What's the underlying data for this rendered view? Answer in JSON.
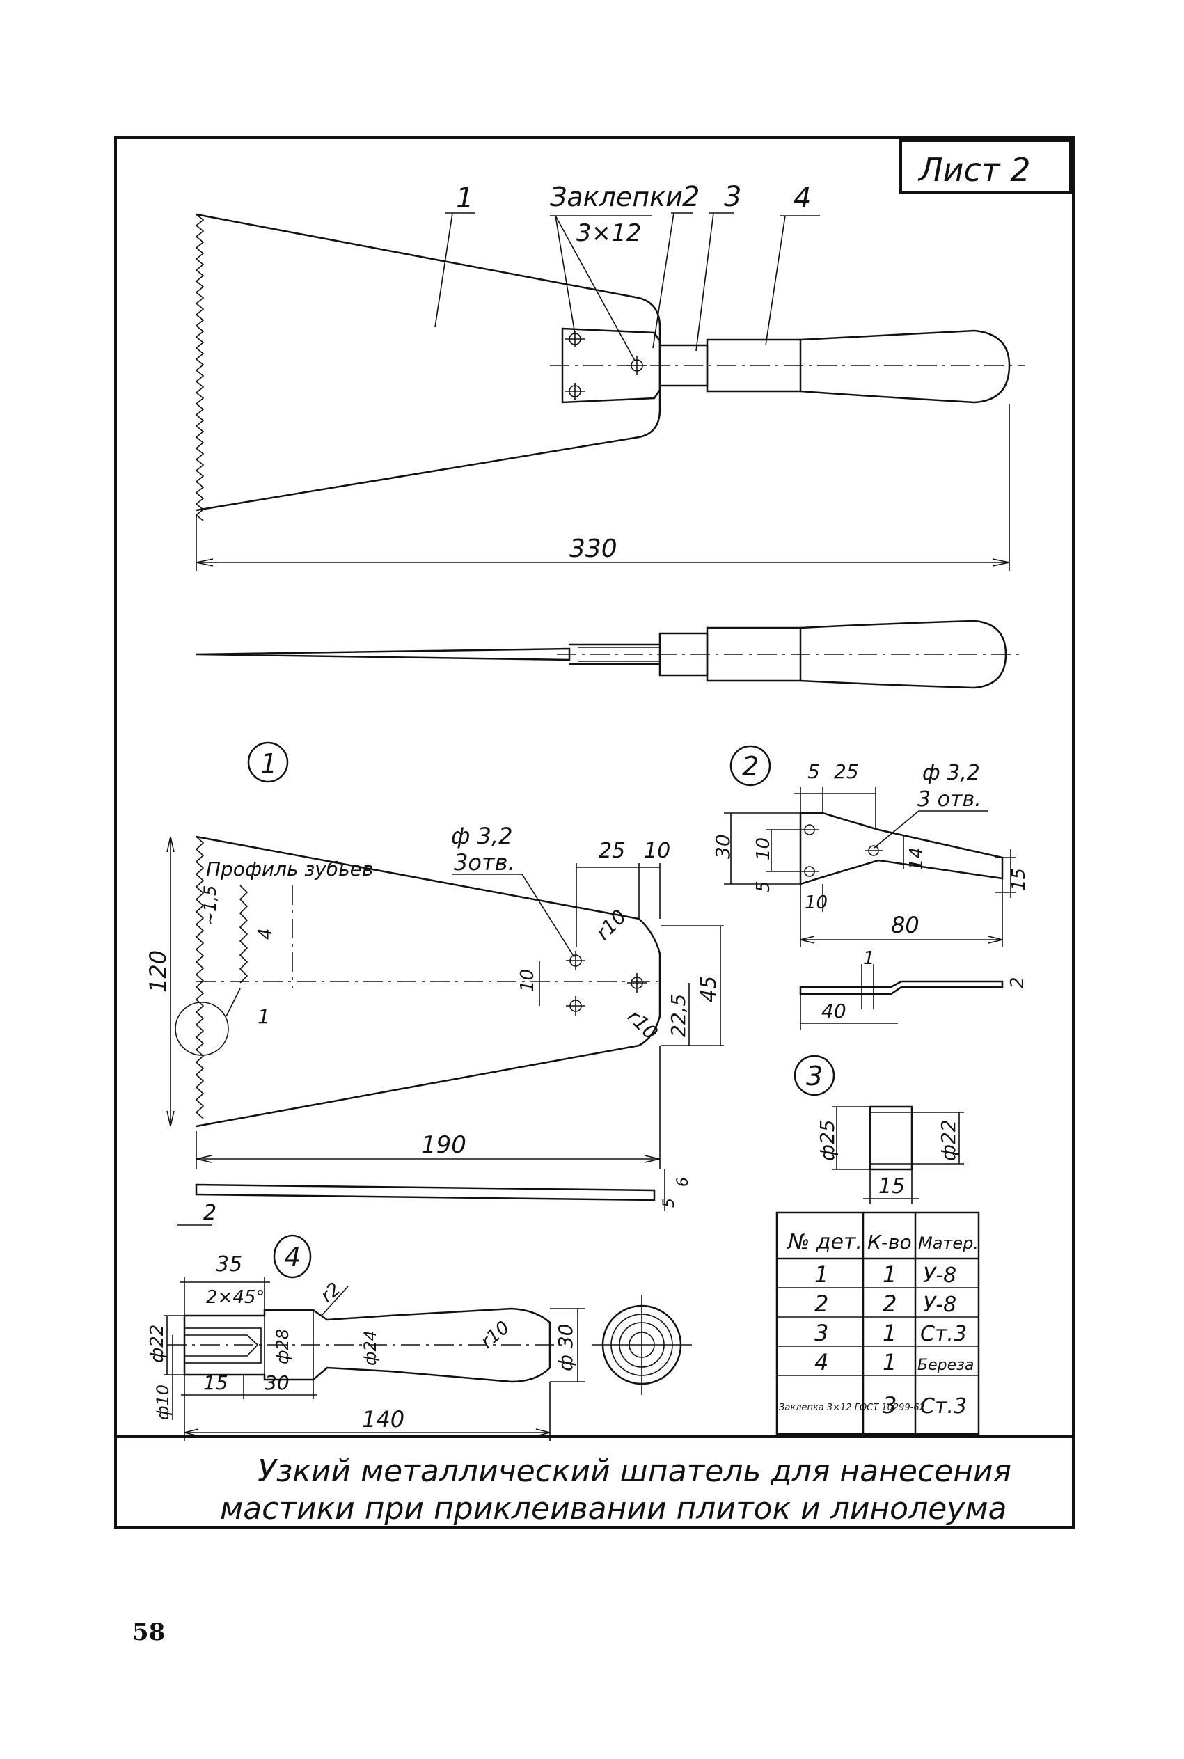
{
  "sheet_label": "Лист 2",
  "page_number": "58",
  "title_line1": "Узкий металлический шпатель для нанесения",
  "title_line2": "мастики при приклеивании плиток и линолеума",
  "main_view": {
    "callouts": [
      "1",
      "2",
      "3",
      "4"
    ],
    "rivets_label": "Заклепки",
    "rivets_size": "3×12",
    "overall_length": "330"
  },
  "detail1": {
    "number": "1",
    "hole_label": "ф 3,2",
    "hole_count": "3отв.",
    "teeth_label": "Профиль зубьев",
    "dims": {
      "height": "120",
      "length": "190",
      "d25": "25",
      "d10": "10",
      "r10a": "r10",
      "r10b": "r10",
      "d45": "45",
      "d22_5": "22,5",
      "t1_5": "~1,5",
      "t4": "4",
      "t1": "1",
      "d10v": "10",
      "thk2": "2",
      "s5": "5",
      "s6": "6"
    }
  },
  "detail2": {
    "number": "2",
    "hole_label": "ф 3,2",
    "hole_count": "3 отв.",
    "dims": {
      "d5": "5",
      "d25": "25",
      "d30": "30",
      "d10": "10",
      "d5v": "5",
      "d14": "14",
      "d15": "15",
      "d10b": "10",
      "d80": "80",
      "d1": "1",
      "d40": "40",
      "d2": "2"
    }
  },
  "detail3": {
    "number": "3",
    "dims": {
      "od": "ф25",
      "id": "ф22",
      "len": "15"
    }
  },
  "detail4": {
    "number": "4",
    "dims": {
      "d35": "35",
      "chamfer": "2×45°",
      "r2": "r2",
      "od22": "ф22",
      "id10": "ф10",
      "d28": "ф28",
      "d24": "ф24",
      "r10": "r10",
      "d30": "ф 30",
      "d15": "15",
      "d30b": "30",
      "len": "140"
    }
  },
  "parts_table": {
    "headers": [
      "№ дет.",
      "К-во",
      "Матер."
    ],
    "rows": [
      [
        "1",
        "1",
        "У-8"
      ],
      [
        "2",
        "2",
        "У-8"
      ],
      [
        "3",
        "1",
        "Ст.3"
      ],
      [
        "4",
        "1",
        "Береза"
      ],
      [
        "Заклепка 3×12 ГОСТ 10299-62",
        "3",
        "Ст.3"
      ]
    ]
  }
}
